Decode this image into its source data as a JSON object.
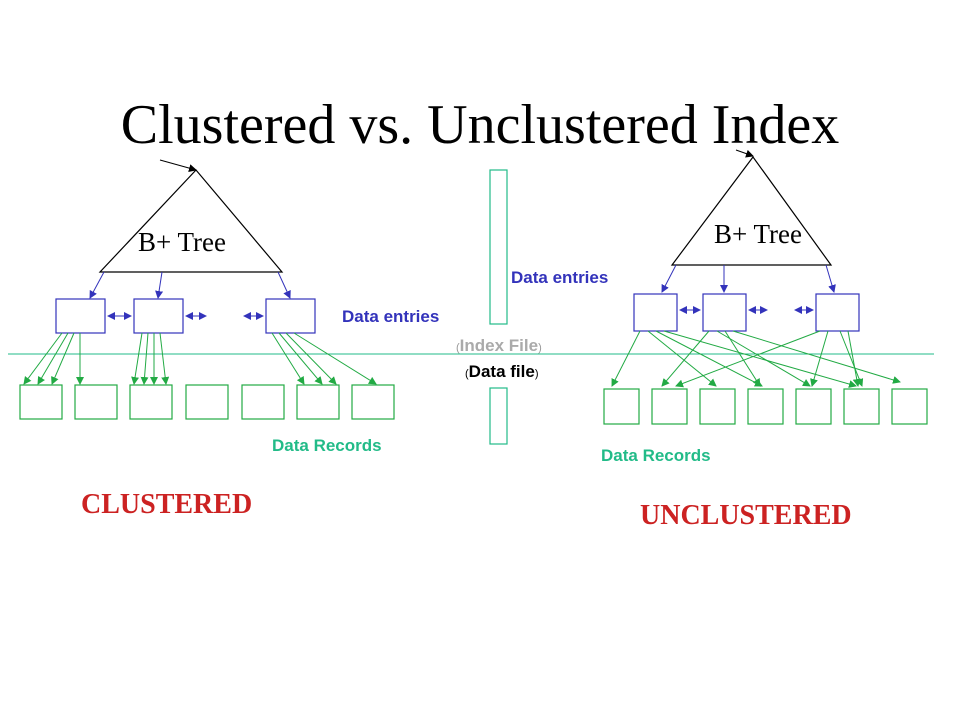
{
  "title": "Clustered vs. Unclustered Index",
  "left": {
    "tree_label": "B+ Tree",
    "data_entries_label": "Data entries",
    "data_records_label": "Data Records",
    "caption": "CLUSTERED"
  },
  "right": {
    "tree_label": "B+ Tree",
    "data_entries_label": "Data entries",
    "data_records_label": "Data Records",
    "caption": "UNCLUSTERED"
  },
  "middle": {
    "index_file_label": "Index File",
    "data_file_label": "Data file",
    "paren_open": "(",
    "paren_close": ")"
  },
  "colors": {
    "entries": "#3333bb",
    "records": "#22aa44",
    "divider": "#22bb88",
    "caption": "#cc2222",
    "title": "#000000"
  }
}
